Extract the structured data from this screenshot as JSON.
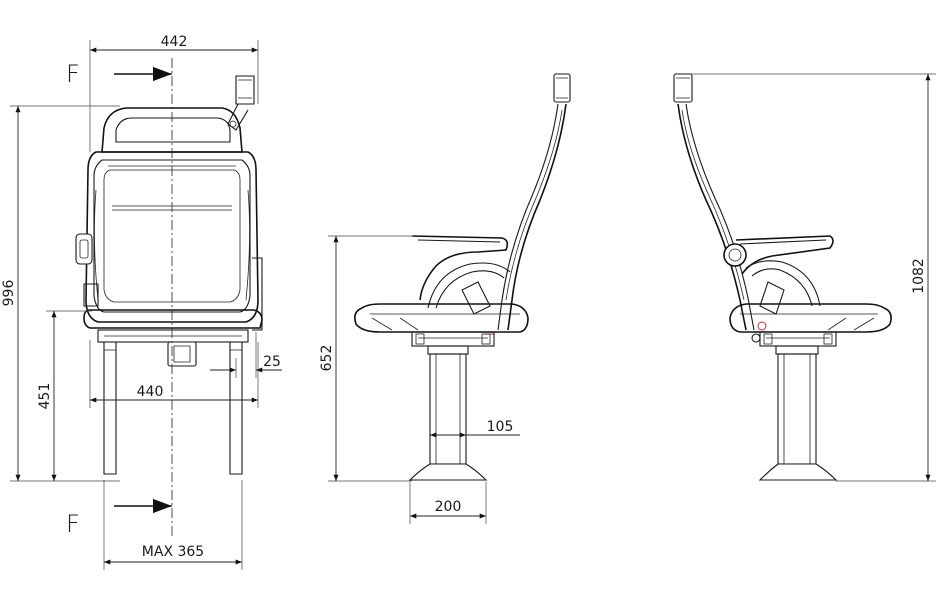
{
  "dimensions": {
    "front_overall_width": "442",
    "front_overall_height": "996",
    "front_seat_height": "451",
    "front_pedestal_width": "440",
    "front_small_offset": "25",
    "front_footprint": "MAX 365",
    "side_seat_height": "652",
    "side_column_width": "105",
    "side_base_width": "200",
    "right_overall_height": "1082"
  },
  "section_markers": {
    "top": "F",
    "bottom": "F"
  },
  "colors": {
    "line": "#1a1a1a",
    "accent": "#c0392b",
    "background": "#ffffff"
  }
}
